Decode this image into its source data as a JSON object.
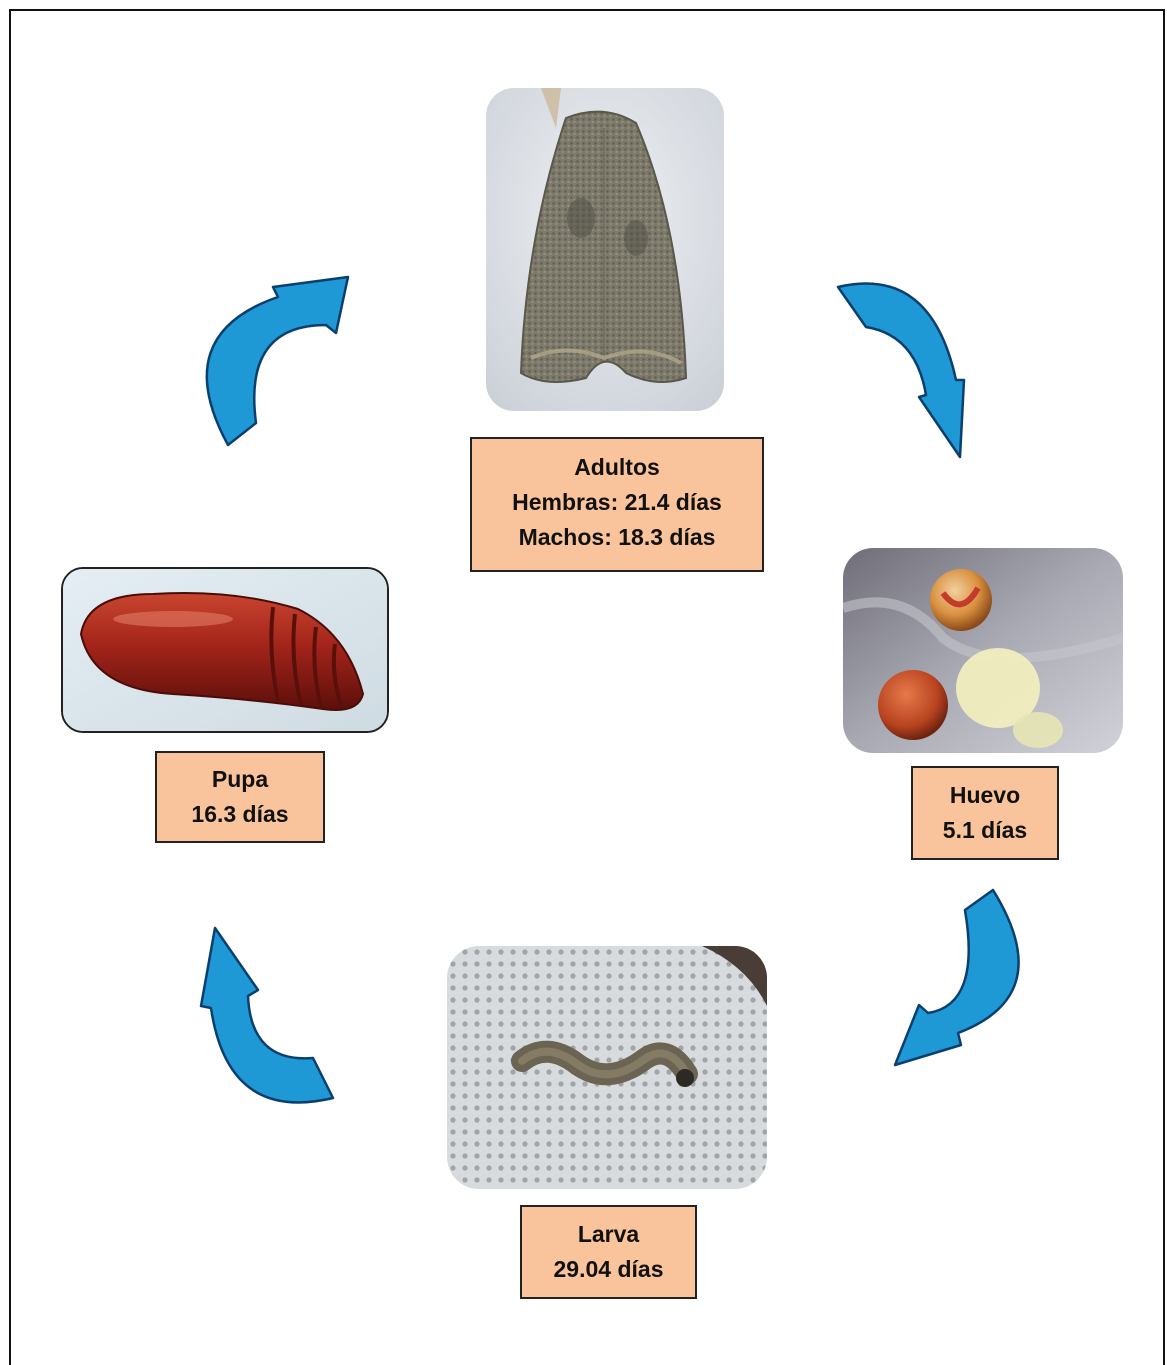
{
  "stages": {
    "adultos": {
      "lines": [
        "Adultos",
        "Hembras: 21.4 días",
        "Machos: 18.3 días"
      ]
    },
    "huevo": {
      "lines": [
        "Huevo",
        "5.1 días"
      ]
    },
    "larva": {
      "lines": [
        "Larva",
        "29.04 días"
      ]
    },
    "pupa": {
      "lines": [
        "Pupa",
        "16.3 días"
      ]
    }
  },
  "colors": {
    "label_fill": "#f9c49b",
    "arrow_fill": "#1f98d6",
    "arrow_stroke": "#0c3f6e"
  },
  "photos": {
    "adultos": "moth-photo",
    "huevo": "eggs-photo",
    "larva": "larva-photo",
    "pupa": "pupa-photo"
  },
  "arrows": [
    "adultos-to-huevo",
    "huevo-to-larva",
    "larva-to-pupa",
    "pupa-to-adultos"
  ]
}
